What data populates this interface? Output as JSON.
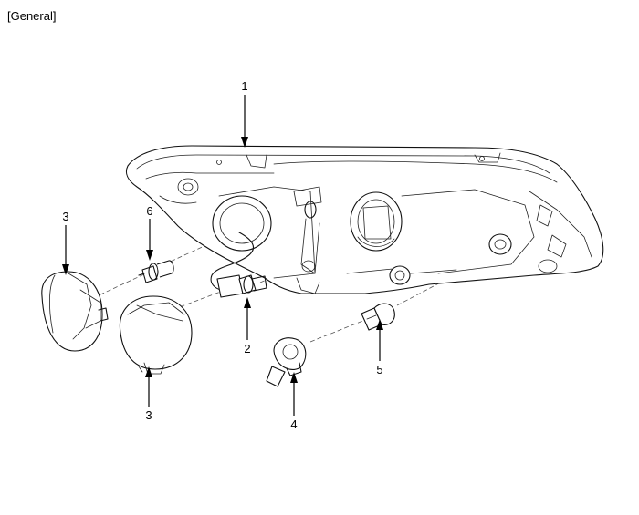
{
  "header": {
    "title": "[General]"
  },
  "callouts": [
    "1",
    "2",
    "3",
    "3",
    "4",
    "5",
    "6"
  ]
}
